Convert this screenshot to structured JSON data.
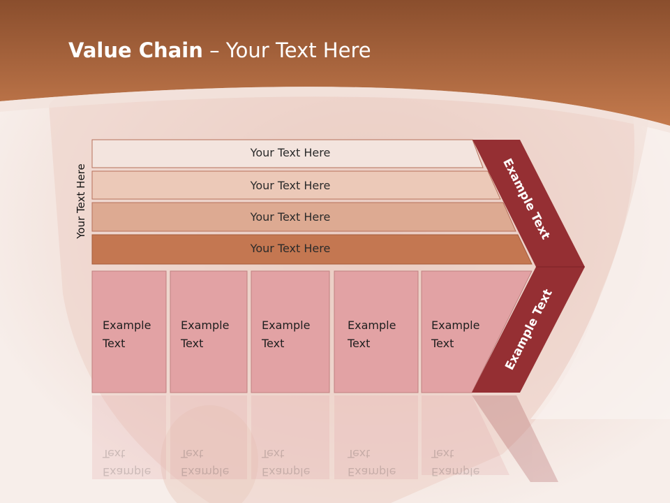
{
  "title": {
    "bold": "Value Chain",
    "rest": " – Your Text Here"
  },
  "side_label": "Your Text Here",
  "bars": [
    {
      "label": "Your Text Here",
      "color": "#f3e4de"
    },
    {
      "label": "Your Text Here",
      "color": "#ecc9b8"
    },
    {
      "label": "Your Text Here",
      "color": "#ddaa92"
    },
    {
      "label": "Your Text Here",
      "color": "#c47751"
    }
  ],
  "boxes": [
    {
      "line1": "Example",
      "line2": "Text"
    },
    {
      "line1": "Example",
      "line2": "Text"
    },
    {
      "line1": "Example",
      "line2": "Text"
    },
    {
      "line1": "Example",
      "line2": "Text"
    },
    {
      "line1": "Example",
      "line2": "Text"
    }
  ],
  "chevron_upper": "Example Text",
  "chevron_lower": "Example Text",
  "colors": {
    "header": "#a9603c",
    "chevron": "#952f33",
    "box": "#e2a2a4"
  }
}
